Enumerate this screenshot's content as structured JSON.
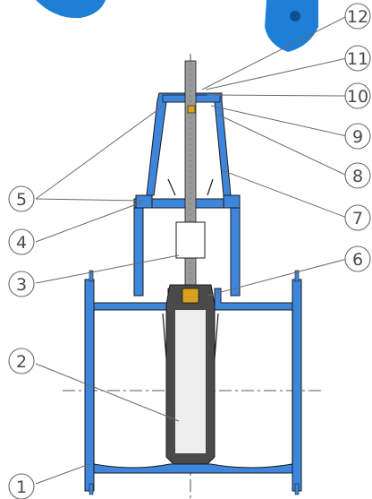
{
  "diagram": {
    "callouts": [
      {
        "id": "1",
        "label": "1"
      },
      {
        "id": "2",
        "label": "2"
      },
      {
        "id": "3",
        "label": "3"
      },
      {
        "id": "4",
        "label": "4"
      },
      {
        "id": "5",
        "label": "5"
      },
      {
        "id": "6",
        "label": "6"
      },
      {
        "id": "7",
        "label": "7"
      },
      {
        "id": "8",
        "label": "8"
      },
      {
        "id": "9",
        "label": "9"
      },
      {
        "id": "10",
        "label": "10"
      },
      {
        "id": "11",
        "label": "11"
      },
      {
        "id": "12",
        "label": "12"
      }
    ],
    "colors": {
      "coating": "#3d86dc",
      "stem": "#9a9a9a",
      "gate": "#4a4a4a",
      "nut": "#d8a21f",
      "line": "#1b1b1b"
    }
  }
}
